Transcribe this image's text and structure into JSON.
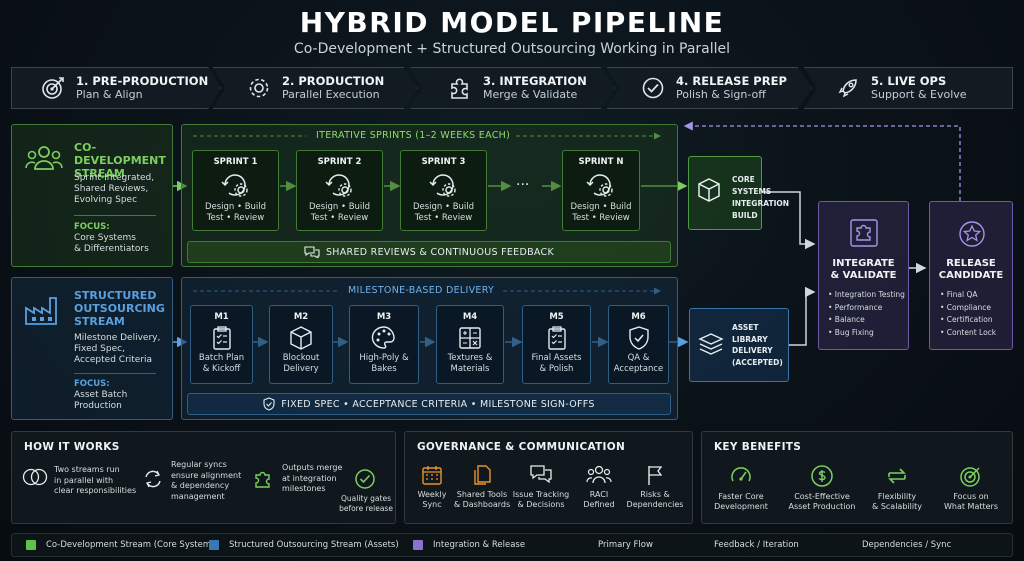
{
  "header": {
    "title": "HYBRID MODEL PIPELINE",
    "subtitle": "Co-Development + Structured Outsourcing Working in Parallel"
  },
  "phases": [
    {
      "title": "1. PRE-PRODUCTION",
      "sub": "Plan & Align",
      "icon": "target-icon"
    },
    {
      "title": "2. PRODUCTION",
      "sub": "Parallel Execution",
      "icon": "gear-icon"
    },
    {
      "title": "3. INTEGRATION",
      "sub": "Merge & Validate",
      "icon": "puzzle-icon"
    },
    {
      "title": "4. RELEASE PREP",
      "sub": "Polish & Sign-off",
      "icon": "check-circle-icon"
    },
    {
      "title": "5. LIVE OPS",
      "sub": "Support & Evolve",
      "icon": "rocket-icon"
    }
  ],
  "codev": {
    "title_l1": "CO-DEVELOPMENT",
    "title_l2": "STREAM",
    "desc_l1": "Sprint-Integrated,",
    "desc_l2": "Shared Reviews,",
    "desc_l3": "Evolving Spec",
    "focus_label": "FOCUS:",
    "focus_l1": "Core Systems",
    "focus_l2": "& Differentiators",
    "banner": "ITERATIVE SPRINTS (1–2 WEEKS EACH)",
    "sprints": [
      {
        "name": "SPRINT 1",
        "l1": "Design • Build",
        "l2": "Test • Review"
      },
      {
        "name": "SPRINT 2",
        "l1": "Design • Build",
        "l2": "Test • Review"
      },
      {
        "name": "SPRINT 3",
        "l1": "Design • Build",
        "l2": "Test • Review"
      },
      {
        "name": "SPRINT N",
        "l1": "Design • Build",
        "l2": "Test • Review"
      }
    ],
    "ellipsis": "···",
    "footer": "SHARED REVIEWS & CONTINUOUS FEEDBACK",
    "output_l1": "CORE",
    "output_l2": "SYSTEMS",
    "output_l3": "INTEGRATION",
    "output_l4": "BUILD"
  },
  "outsourcing": {
    "title_l1": "STRUCTURED",
    "title_l2": "OUTSOURCING",
    "title_l3": "STREAM",
    "desc_l1": "Milestone Delivery,",
    "desc_l2": "Fixed Spec,",
    "desc_l3": "Accepted Criteria",
    "focus_label": "FOCUS:",
    "focus_l1": "Asset Batch",
    "focus_l2": "Production",
    "banner": "MILESTONE-BASED DELIVERY",
    "milestones": [
      {
        "name": "M1",
        "l1": "Batch Plan",
        "l2": "& Kickoff",
        "icon": "clipboard-icon"
      },
      {
        "name": "M2",
        "l1": "Blockout",
        "l2": "Delivery",
        "icon": "cube-icon"
      },
      {
        "name": "M3",
        "l1": "High-Poly &",
        "l2": "Bakes",
        "icon": "palette-icon"
      },
      {
        "name": "M4",
        "l1": "Textures &",
        "l2": "Materials",
        "icon": "grid-icon"
      },
      {
        "name": "M5",
        "l1": "Final Assets",
        "l2": "& Polish",
        "icon": "clipboard-check-icon"
      },
      {
        "name": "M6",
        "l1": "QA &",
        "l2": "Acceptance",
        "icon": "shield-check-icon"
      }
    ],
    "footer": "FIXED SPEC • ACCEPTANCE CRITERIA • MILESTONE SIGN-OFFS",
    "output_l1": "ASSET",
    "output_l2": "LIBRARY",
    "output_l3": "DELIVERY",
    "output_l4": "(ACCEPTED)"
  },
  "integrate": {
    "title_l1": "INTEGRATE",
    "title_l2": "& VALIDATE",
    "items": [
      "• Integration Testing",
      "• Performance",
      "• Balance",
      "• Bug Fixing"
    ]
  },
  "release": {
    "title_l1": "RELEASE",
    "title_l2": "CANDIDATE",
    "items": [
      "• Final QA",
      "• Compliance",
      "• Certification",
      "• Content Lock"
    ]
  },
  "how": {
    "title": "HOW IT WORKS",
    "s1": [
      "Two streams run",
      "in parallel with",
      "clear responsibilities"
    ],
    "s2": [
      "Regular syncs",
      "ensure alignment",
      "& dependency",
      "management"
    ],
    "s3": [
      "Outputs merge",
      "at integration",
      "milestones"
    ],
    "s4": [
      "Quality gates",
      "before release"
    ]
  },
  "governance": {
    "title": "GOVERNANCE & COMMUNICATION",
    "items": [
      {
        "l1": "Weekly",
        "l2": "Sync"
      },
      {
        "l1": "Shared Tools",
        "l2": "& Dashboards"
      },
      {
        "l1": "Issue Tracking",
        "l2": "& Decisions"
      },
      {
        "l1": "RACI",
        "l2": "Defined"
      },
      {
        "l1": "Risks &",
        "l2": "Dependencies"
      }
    ]
  },
  "benefits": {
    "title": "KEY BENEFITS",
    "items": [
      {
        "l1": "Faster Core",
        "l2": "Development"
      },
      {
        "l1": "Cost-Effective",
        "l2": "Asset Production"
      },
      {
        "l1": "Flexibility",
        "l2": "& Scalability"
      },
      {
        "l1": "Focus on",
        "l2": "What Matters"
      }
    ]
  },
  "legend": {
    "codev": "Co-Development Stream (Core Systems)",
    "outsourcing": "Structured Outsourcing Stream (Assets)",
    "integration": "Integration & Release",
    "primary": "Primary Flow",
    "feedback": "Feedback / Iteration",
    "deps": "Dependencies / Sync"
  },
  "colors": {
    "green": "#5fc14a",
    "blue": "#4a90d0",
    "purple": "#9b87e0",
    "orange": "#e8932e"
  }
}
